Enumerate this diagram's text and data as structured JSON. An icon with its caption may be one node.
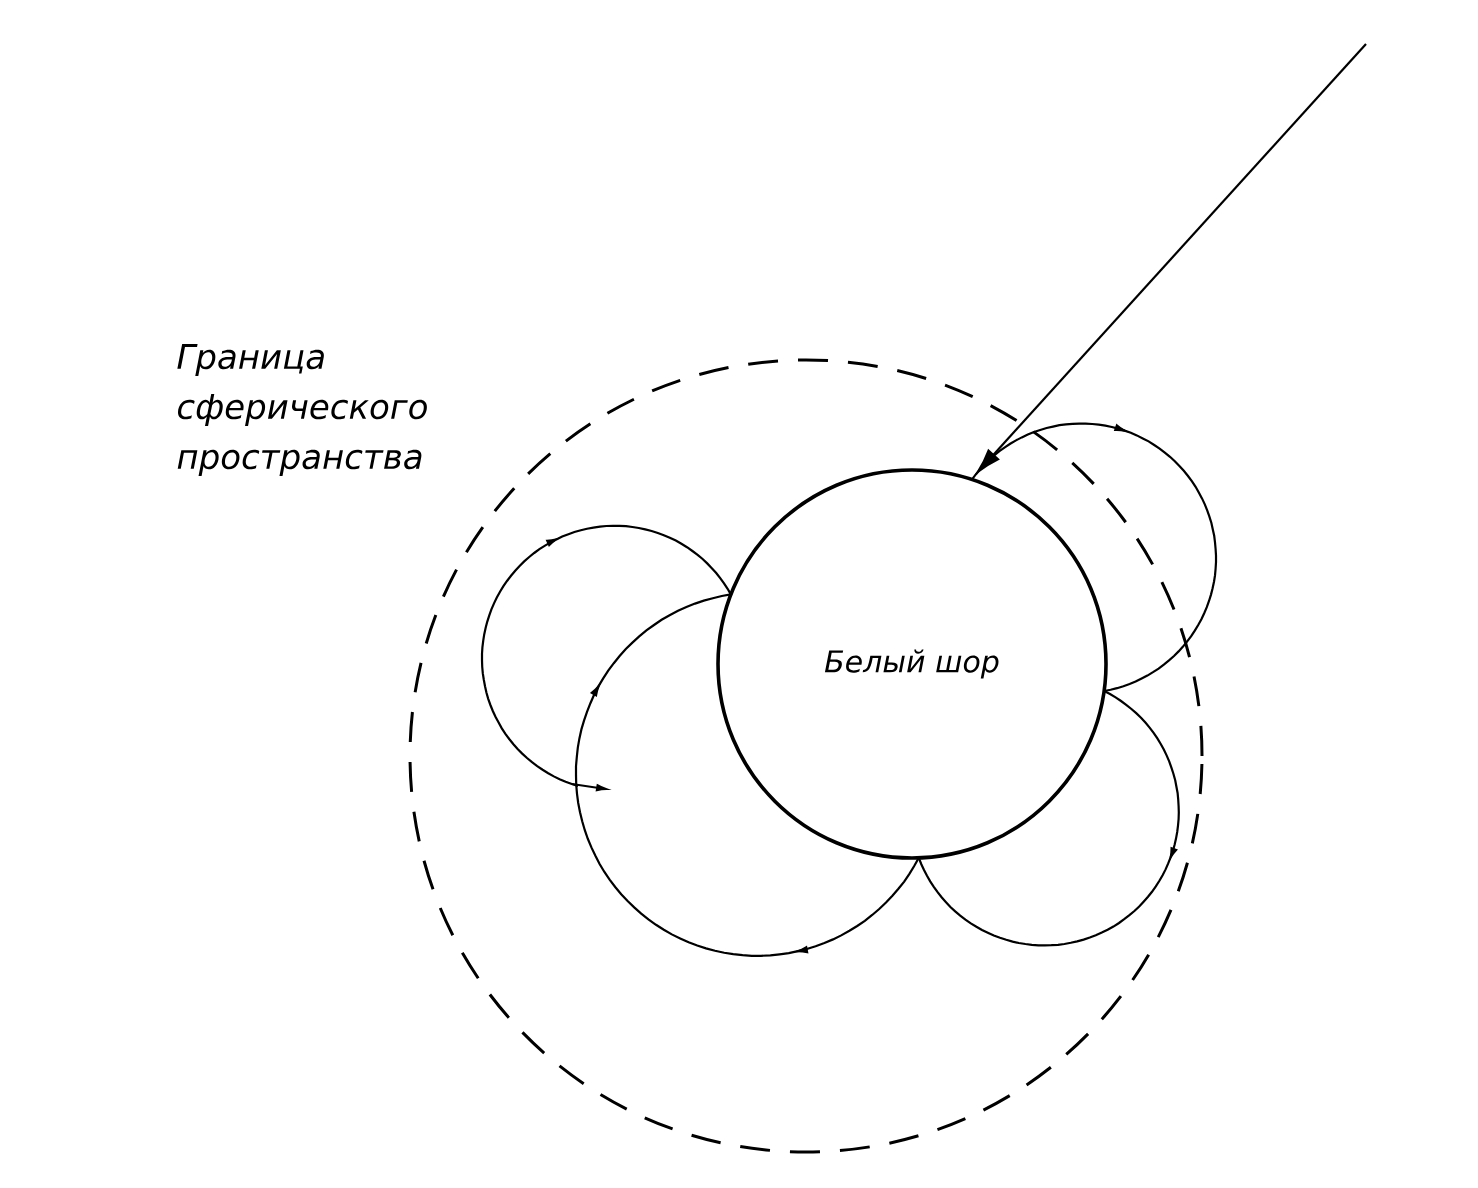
{
  "diagram": {
    "nodes": [
      {
        "text": [
          "Граница сферического пространства"
        ]
      },
      {
        "text": [
          "Белый шор"
        ],
        "in": 0
      }
    ],
    "edges": [
      {
        "from": null,
        "to": 1,
        "arrow": "to"
      }
    ]
  }
}
